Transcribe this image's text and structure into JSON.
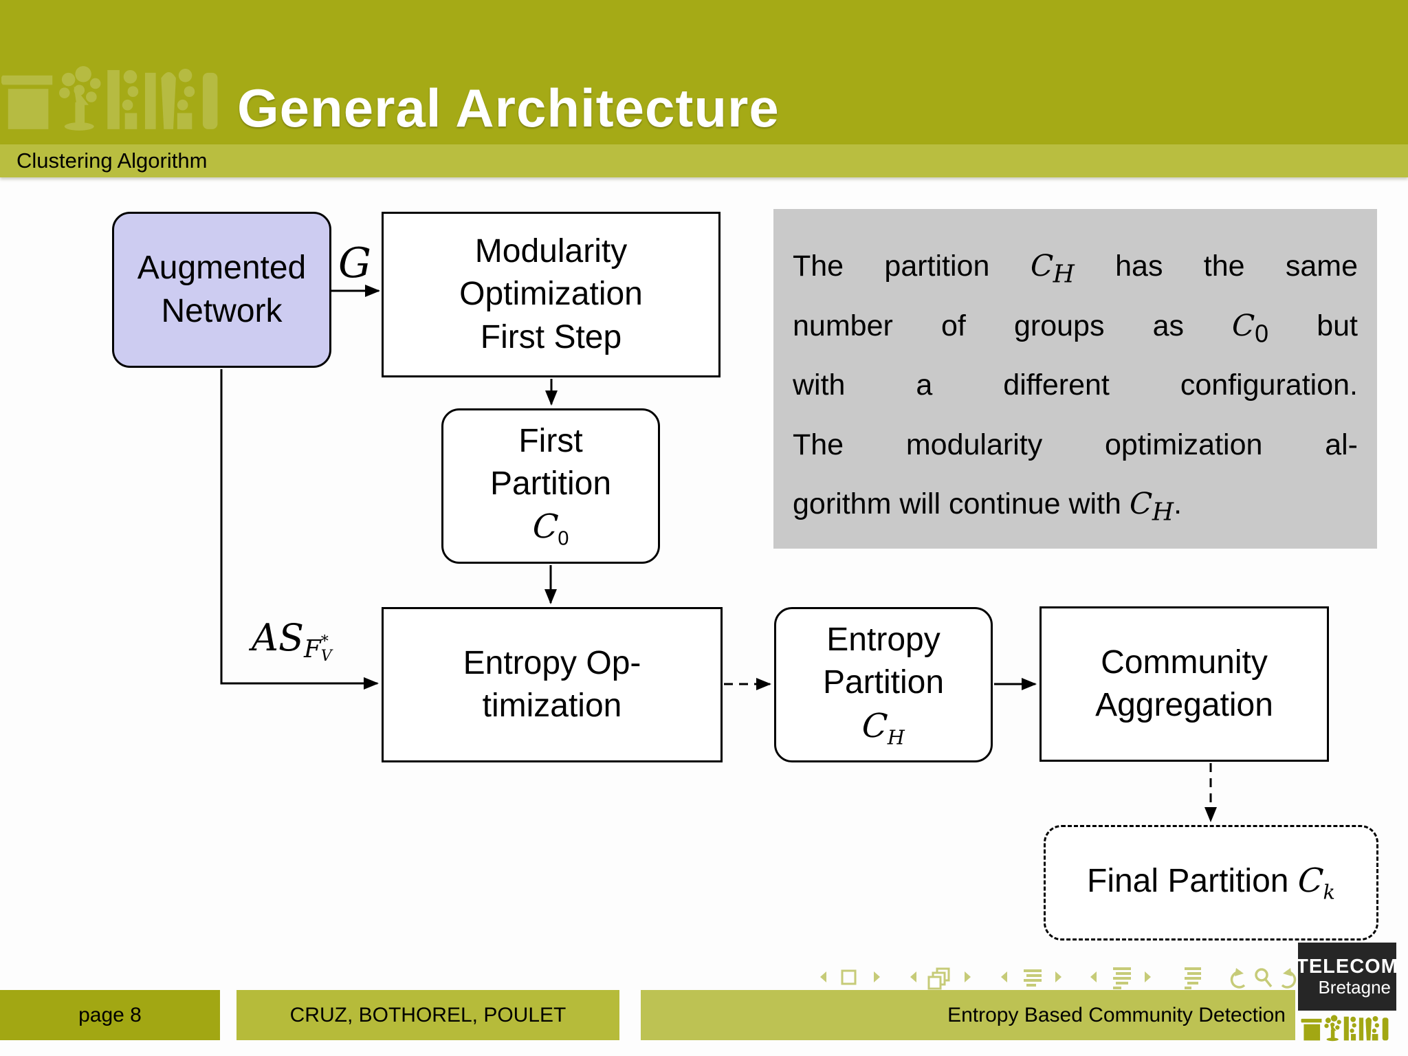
{
  "slide": {
    "title": "General Architecture",
    "section": "Clustering Algorithm"
  },
  "diagram": {
    "augmented": {
      "line1": "Augmented",
      "line2": "Network"
    },
    "modularity": {
      "line1": "Modularity",
      "line2": "Optimization",
      "line3": "First Step"
    },
    "first_partition": {
      "line1": "First",
      "line2": "Partition",
      "symbol": "C",
      "symbol_sub": "0"
    },
    "entropy_opt": {
      "line1": "Entropy Op-",
      "line2": "timization"
    },
    "entropy_partition": {
      "line1": "Entropy",
      "line2": "Partition",
      "symbol": "C",
      "symbol_sub": "H"
    },
    "community": {
      "line1": "Community",
      "line2": "Aggregation"
    },
    "final_partition": {
      "label": "Final Partition ",
      "symbol": "C",
      "symbol_sub": "k"
    },
    "edge_g_label": "G",
    "edge_as": {
      "main": "AS",
      "sub": "F",
      "sup": "*",
      "subsub": "V"
    }
  },
  "note": {
    "lines": [
      {
        "pre": "The partition ",
        "math": "C",
        "sub": "H",
        "post": " has the same"
      },
      {
        "pre": "number of groups as ",
        "math": "C",
        "sub": "0",
        "post": " but"
      },
      {
        "pre": "with a different configuration.",
        "math": "",
        "sub": "",
        "post": ""
      },
      {
        "pre": "The modularity optimization al-",
        "math": "",
        "sub": "",
        "post": ""
      },
      {
        "pre": "gorithm will continue with ",
        "math": "C",
        "sub": "H",
        "post": "."
      }
    ]
  },
  "footer": {
    "page": "page 8",
    "authors": "CRUZ, BOTHOREL, POULET",
    "short_title": "Entropy Based Community Detection"
  },
  "logo": {
    "top": "TELECOM",
    "bottom": "Bretagne"
  },
  "colors": {
    "header_olive": "#a5aa16",
    "section_bar_olive": "#b9be40",
    "footer_page_olive": "#a2a713",
    "footer_authors_olive": "#b6bb3a",
    "footer_title_olive": "#bdc253",
    "node_lavender": "#cdccf1",
    "note_gray": "#c9c9c9",
    "nav_icon_olive": "#c6cb78",
    "logo_black": "#262626"
  }
}
